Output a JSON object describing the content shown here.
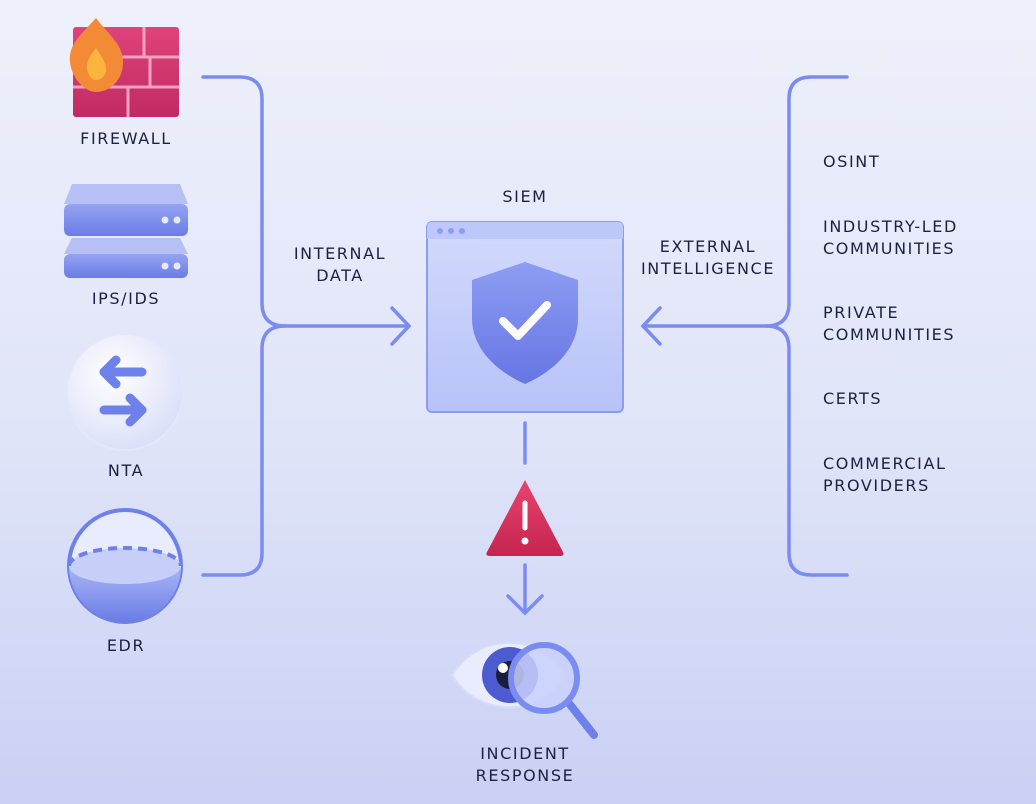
{
  "sources": {
    "firewall": "FIREWALL",
    "ips_ids": "IPS/IDS",
    "nta": "NTA",
    "edr": "EDR"
  },
  "flows": {
    "internal_data": "INTERNAL\nDATA",
    "external_intelligence": "EXTERNAL\nINTELLIGENCE"
  },
  "siem": {
    "label": "SIEM"
  },
  "incident": {
    "label": "INCIDENT\nRESPONSE"
  },
  "intel_sources": [
    "OSINT",
    "INDUSTRY-LED\nCOMMUNITIES",
    "PRIVATE\nCOMMUNITIES",
    "CERTS",
    "COMMERCIAL\nPROVIDERS"
  ],
  "colors": {
    "line": "#7b8cf0",
    "firewall_brick": "#d8336f",
    "flame": "#f07a2c",
    "server": "#7d8eec",
    "alert": "#d32b5a",
    "siem_window": "#c9d1fb"
  }
}
